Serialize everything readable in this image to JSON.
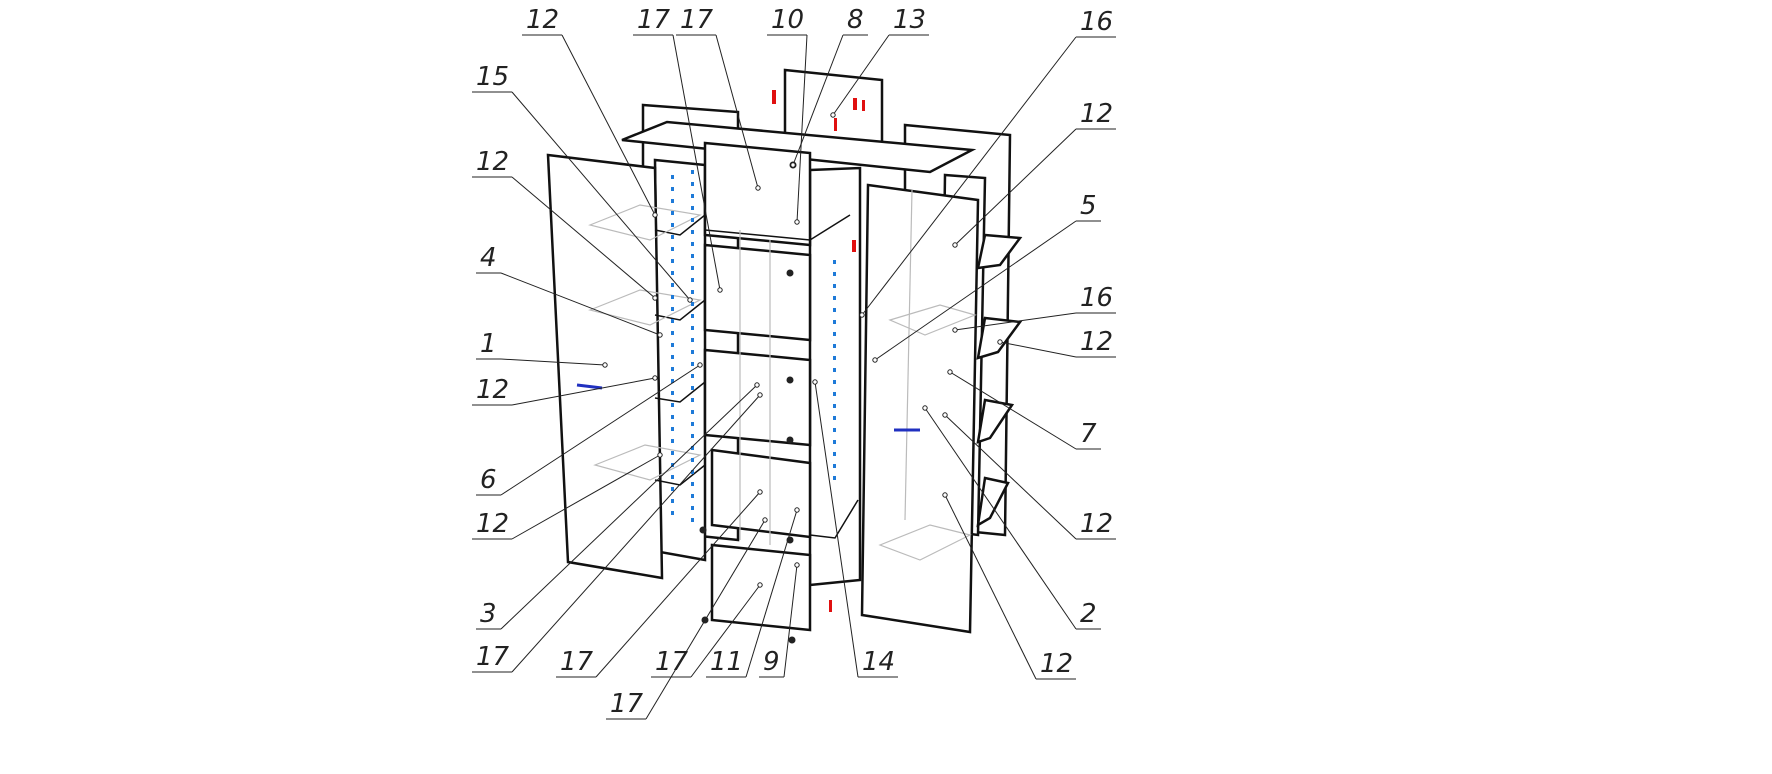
{
  "title": "Exploded assembly diagram of wardrobe",
  "colors": {
    "line": "#111111",
    "hidden_line": "#bbbbbb",
    "dowel": "#1e7ad8",
    "fastener": "#e01010",
    "handle": "#2030c0"
  },
  "callouts": [
    "12",
    "17",
    "17",
    "10",
    "8",
    "13",
    "16",
    "15",
    "12",
    "4",
    "1",
    "12",
    "6",
    "12",
    "3",
    "17",
    "17",
    "17",
    "17",
    "11",
    "9",
    "14",
    "12",
    "5",
    "16",
    "12",
    "7",
    "12",
    "2",
    "12"
  ]
}
